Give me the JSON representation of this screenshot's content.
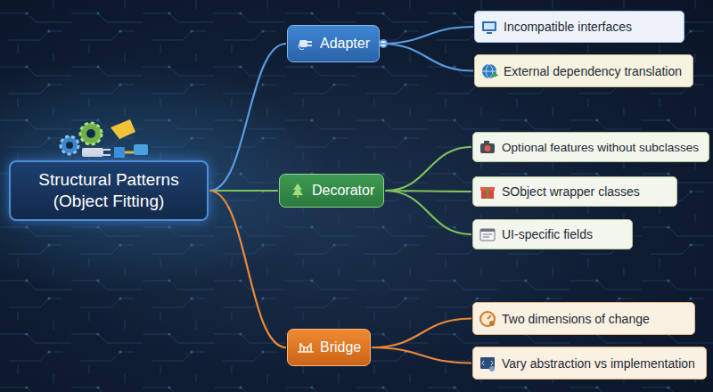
{
  "diagram": {
    "nodes": [
      {
        "text": [
          "Structural Patterns (Object Fitting)"
        ]
      },
      {
        "text": [
          "Adapter"
        ]
      },
      {
        "text": [
          "Incompatible interfaces"
        ]
      },
      {
        "text": [
          "External dependency translation"
        ]
      },
      {
        "text": [
          "Decorator"
        ]
      },
      {
        "text": [
          "Optional features without subclasses"
        ]
      },
      {
        "text": [
          "SObject wrapper classes"
        ]
      },
      {
        "text": [
          "UI-specific fields"
        ]
      },
      {
        "text": [
          "Bridge"
        ]
      },
      {
        "text": [
          "Two dimensions of change"
        ]
      },
      {
        "text": [
          "Vary abstraction vs implementation"
        ]
      }
    ],
    "edges": [
      {
        "from": 0,
        "to": 1,
        "arrow": "none"
      },
      {
        "from": 1,
        "to": 2,
        "arrow": "none"
      },
      {
        "from": 1,
        "to": 3,
        "arrow": "none"
      },
      {
        "from": 0,
        "to": 4,
        "arrow": "none"
      },
      {
        "from": 4,
        "to": 5,
        "arrow": "none"
      },
      {
        "from": 4,
        "to": 6,
        "arrow": "none"
      },
      {
        "from": 4,
        "to": 7,
        "arrow": "none"
      },
      {
        "from": 0,
        "to": 8,
        "arrow": "none"
      },
      {
        "from": 8,
        "to": 9,
        "arrow": "none"
      },
      {
        "from": 8,
        "to": 10,
        "arrow": "none"
      }
    ]
  }
}
